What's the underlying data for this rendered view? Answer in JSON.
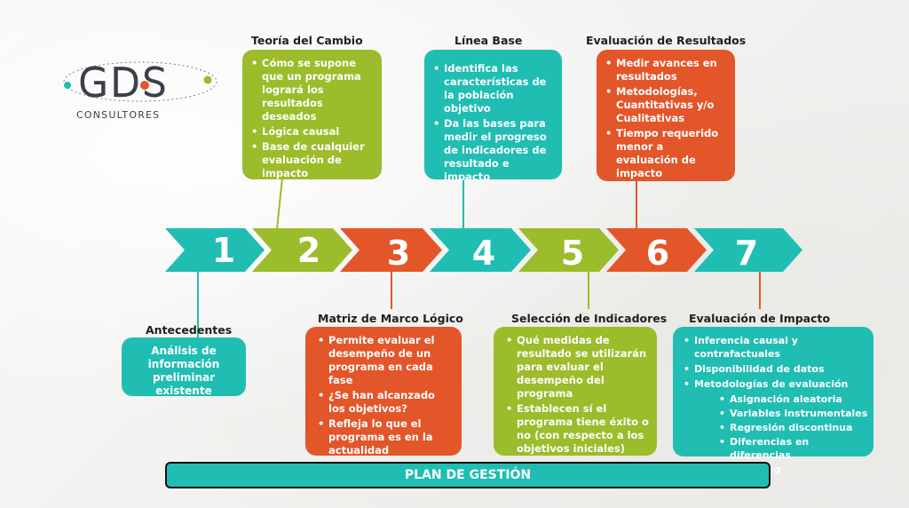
{
  "logo": {
    "main": "GDS",
    "sub": "CONSULTORES"
  },
  "steps": [
    "1",
    "2",
    "3",
    "4",
    "5",
    "6",
    "7"
  ],
  "top": {
    "teoria": {
      "title": "Teoría del Cambio",
      "items": [
        "Cómo se supone que un programa logrará los resultados deseados",
        "Lógica causal",
        "Base de cualquier evaluación de impacto"
      ]
    },
    "linea": {
      "title": "Línea Base",
      "items": [
        "Identifica las características de la población objetivo",
        "Da las bases para medir el progreso de indicadores de resultado e impacto"
      ]
    },
    "resultados": {
      "title": "Evaluación de Resultados",
      "items": [
        "Medir avances en resultados",
        "Metodologías, Cuantitativas y/o Cualitativas",
        "Tiempo requerido menor a evaluación de impacto"
      ]
    }
  },
  "bottom": {
    "antecedentes": {
      "title": "Antecedentes",
      "text": "Análisis de información preliminar existente"
    },
    "matriz": {
      "title": "Matriz de Marco Lógico",
      "items": [
        "Permite evaluar el desempeño de un programa en cada fase",
        "¿Se han alcanzado los objetivos?",
        "Refleja lo que el programa es en la actualidad"
      ]
    },
    "seleccion": {
      "title": "Selección de Indicadores",
      "items": [
        "Qué medidas de resultado se utilizarán para evaluar el desempeño del programa",
        "Establecen sí el programa tiene éxito o no (con respecto a los objetivos iniciales)"
      ]
    },
    "impacto": {
      "title": "Evaluación de Impacto",
      "items": [
        "Inferencia causal y contrafactuales",
        "Disponibilidad de datos",
        "Metodologías de evaluación"
      ],
      "subitems": [
        "Asignación aleatoria",
        "Variables instrumentales",
        "Regresión discontinua",
        "Diferencias en diferencias",
        "Matching"
      ]
    }
  },
  "plan": "PLAN DE GESTIÓN",
  "colors": {
    "green": "#9bbc2b",
    "teal": "#20bdb2",
    "orange": "#e2562a"
  }
}
